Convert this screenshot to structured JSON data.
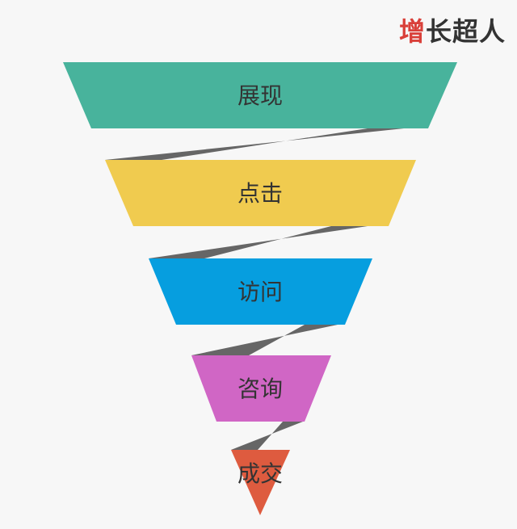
{
  "logo": {
    "first_char": "增",
    "rest": "长超人",
    "accent_color": "#d9403a"
  },
  "funnel": {
    "connector_color": "#666666",
    "stages": [
      {
        "label": "展现",
        "color": "#48b39c"
      },
      {
        "label": "点击",
        "color": "#f0cb4f"
      },
      {
        "label": "访问",
        "color": "#069edf"
      },
      {
        "label": "咨询",
        "color": "#d066c5"
      },
      {
        "label": "成交",
        "color": "#de5b3f"
      }
    ]
  }
}
